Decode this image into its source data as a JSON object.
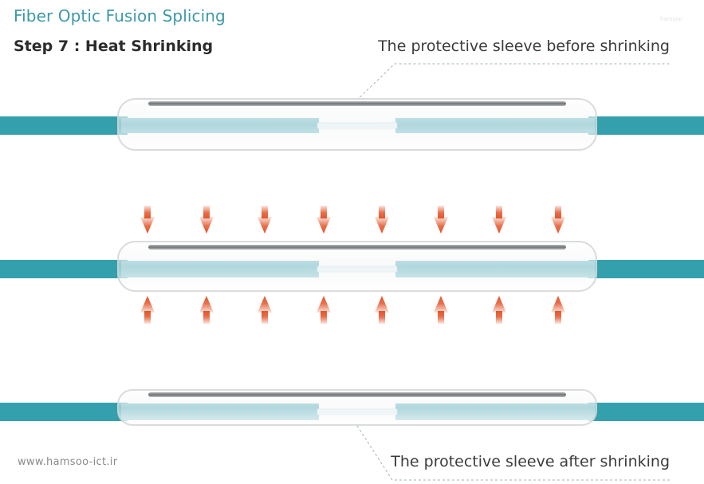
{
  "header": {
    "title": "Fiber Optic Fusion Splicing",
    "step": "Step 7 :  Heat Shrinking"
  },
  "labels": {
    "before": "The protective sleeve before shrinking",
    "after": "The protective sleeve after shrinking"
  },
  "footer": {
    "website": "www.hamsoo-ict.ir"
  },
  "watermark": "hamsoo",
  "colors": {
    "title": "#3c9aa8",
    "cable": "#35a0ad",
    "fiber_core": "#6dbac6",
    "arrow": "#e4552a",
    "sleeve_outline": "#d9dadb",
    "steel_rod": "#8c8f92",
    "callout_line": "#9fb3b8"
  },
  "diagram": {
    "stages": [
      "before-shrinking",
      "shrinking",
      "after-shrinking"
    ],
    "arrows_per_row": 8
  }
}
